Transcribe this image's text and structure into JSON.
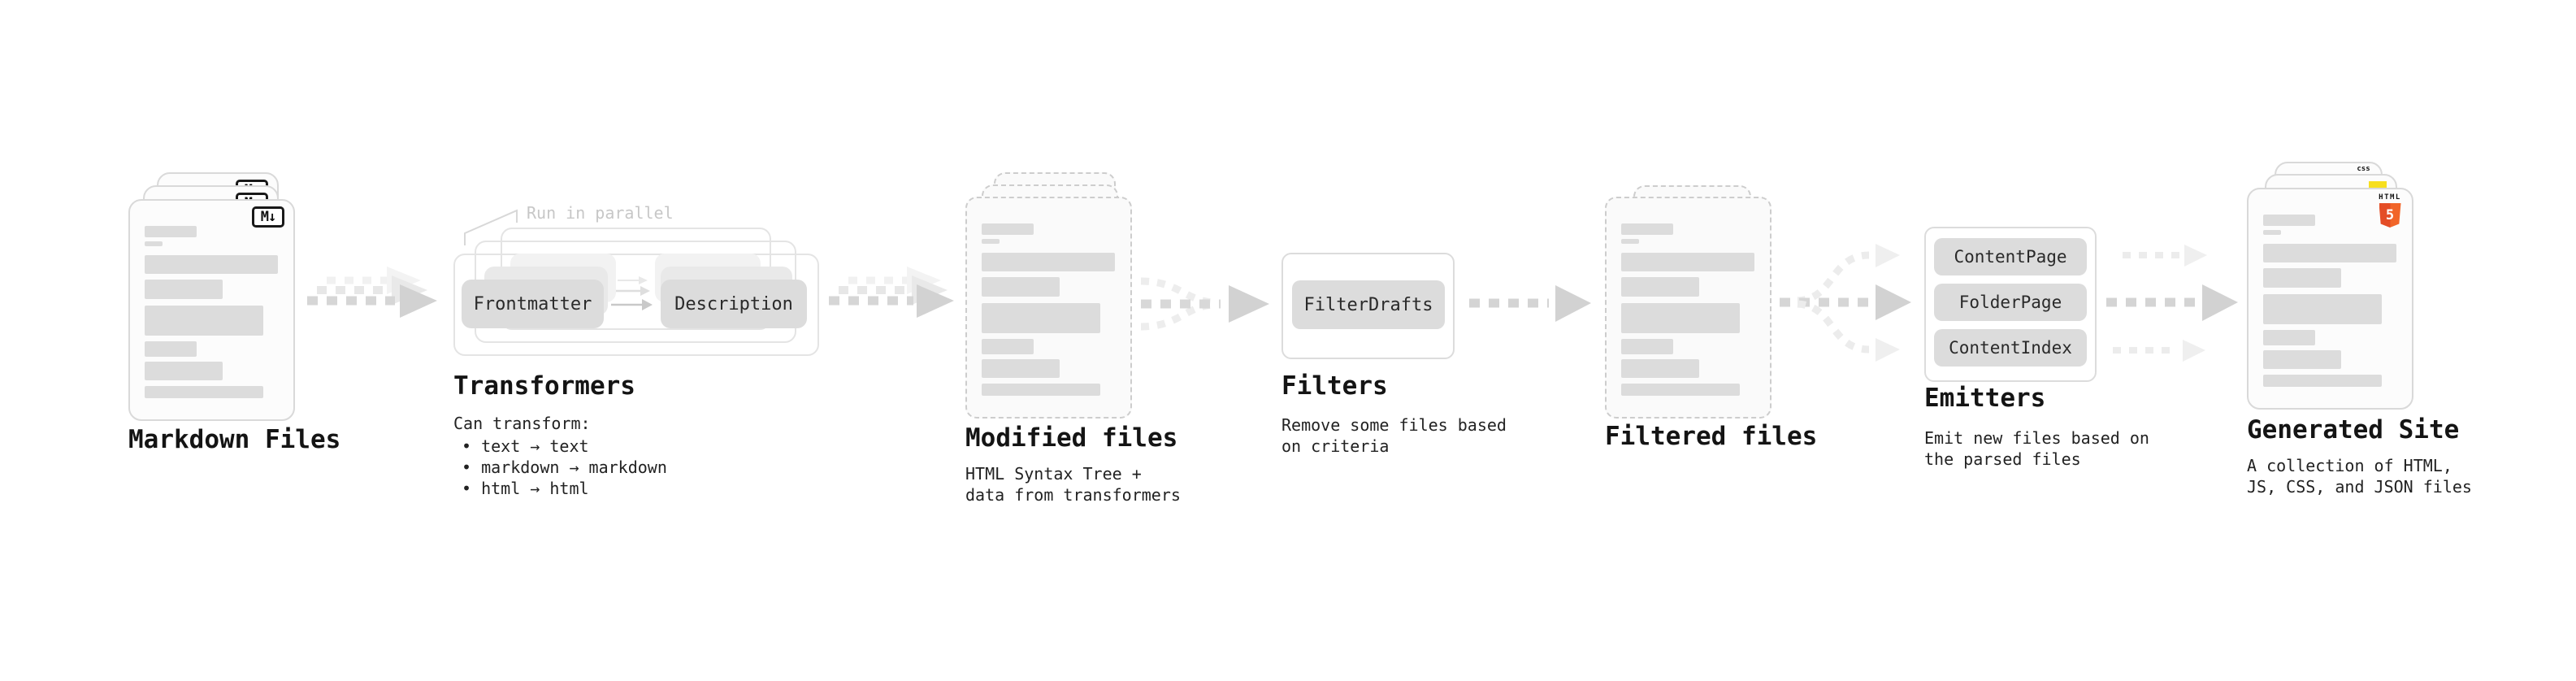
{
  "stages": {
    "markdown": {
      "label": "Markdown Files",
      "badge": "M↓"
    },
    "transformers": {
      "title": "Transformers",
      "note": "Run in parallel",
      "input_box": "Frontmatter",
      "output_box": "Description",
      "caption": "Can transform:",
      "bullets": [
        "• text → text",
        "• markdown → markdown",
        "• html → html"
      ]
    },
    "modified": {
      "title": "Modified files",
      "caption": "HTML Syntax Tree +\ndata from transformers"
    },
    "filters": {
      "title": "Filters",
      "box": "FilterDrafts",
      "caption": "Remove some files based\non criteria"
    },
    "filtered": {
      "title": "Filtered files"
    },
    "emitters": {
      "title": "Emitters",
      "boxes": [
        "ContentPage",
        "FolderPage",
        "ContentIndex"
      ],
      "caption": "Emit new files based on\nthe parsed files"
    },
    "generated": {
      "title": "Generated Site",
      "caption": "A collection of HTML,\nJS, CSS, and JSON files",
      "badges": {
        "html_word": "HTML",
        "html_number": "5",
        "css": "css"
      }
    }
  },
  "colors": {
    "arrow": "#d2d2d2",
    "arrow_light": "#ececec",
    "card_border": "#d9d9d9",
    "bar_fill": "#dcdcdc",
    "box_fill": "#dcdcdc",
    "note_gray": "#c7c7c7",
    "html5_orange": "#e44d26",
    "js_yellow": "#f7df1e",
    "css_blue": "#2965f1"
  }
}
